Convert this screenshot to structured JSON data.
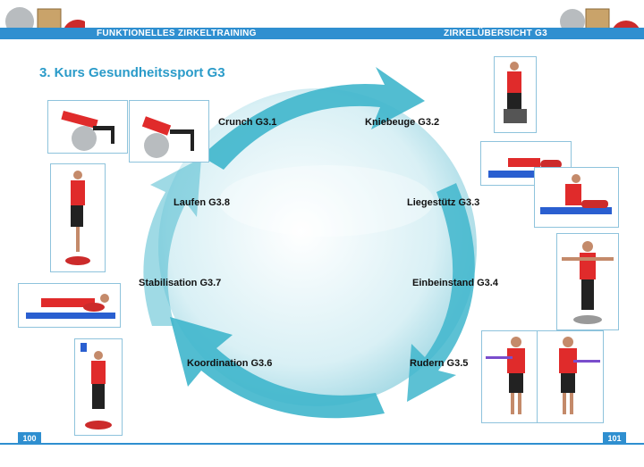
{
  "header": {
    "left_title": "FUNKTIONELLES ZIRKELTRAINING",
    "right_title": "ZIRKELÜBERSICHT G3"
  },
  "page_title": "3. Kurs Gesundheitssport G3",
  "stations": {
    "s1": "Crunch G3.1",
    "s2": "Kniebeuge G3.2",
    "s3": "Liegestütz G3.3",
    "s4": "Einbeinstand G3.4",
    "s5": "Rudern G3.5",
    "s6": "Koordination G3.6",
    "s7": "Stabilisation G3.7",
    "s8": "Laufen G3.8"
  },
  "page_numbers": {
    "left": "100",
    "right": "101"
  },
  "colors": {
    "accent": "#2f8fd0",
    "title": "#2a9bc9",
    "arrow": "#3fb6cc"
  }
}
